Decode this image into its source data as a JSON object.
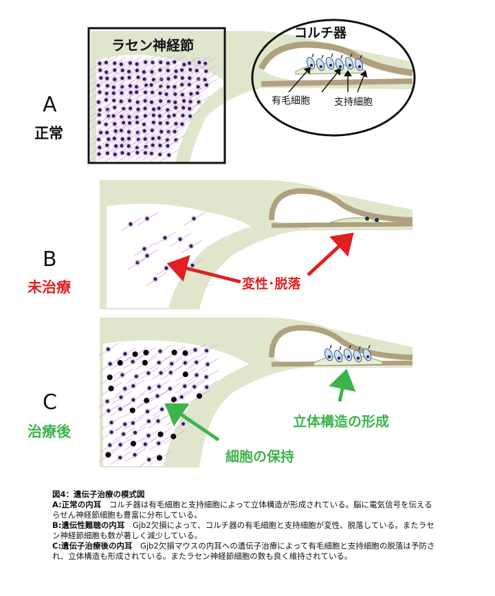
{
  "panels": [
    {
      "letter": "A",
      "state": "正常",
      "state_color": "#111111"
    },
    {
      "letter": "B",
      "state": "未治療",
      "state_color": "#e02020"
    },
    {
      "letter": "C",
      "state": "治療後",
      "state_color": "#3cb44b"
    }
  ],
  "labels": {
    "spiral_ganglion": "ラセン神経節",
    "organ_of_corti": "コルチ器",
    "hair_cell": "有毛細胞",
    "supporting_cell": "支持細胞",
    "degeneration": "変性･脱落",
    "structure_formed": "立体構造の形成",
    "cell_retention": "細胞の保持"
  },
  "colors": {
    "tissue": "#dfe6cc",
    "membrane": "#b0a07e",
    "red_arrow": "#e02020",
    "green_arrow": "#3cb44b",
    "neuron": "#1f2a5a",
    "neuron_halo": "#e2b8e6"
  },
  "caption": {
    "title": "図4：遺伝子治療の模式図",
    "items": [
      {
        "head": "A:正常の内耳",
        "text": "　コルチ器は有毛細胞と支持細胞によって立体構造が形成されている。脳に電気信号を伝えるらせん神経節細胞も豊富に分布している。"
      },
      {
        "head": "B:遺伝性難聴の内耳",
        "text": "　Gjb2欠損によって、コルチ器の有毛細胞と支持細胞が変性、脱落している。またラセン神経節細胞も数が著しく減少している。"
      },
      {
        "head": "C:遺伝子治療後の内耳",
        "text": "　Gjb2欠損マウスの内耳への遺伝子治療によって有毛細胞と支持細胞の脱落は予防され、立体構造も形成されている。またラセン神経節細胞の数も良く維持されている。"
      }
    ]
  }
}
